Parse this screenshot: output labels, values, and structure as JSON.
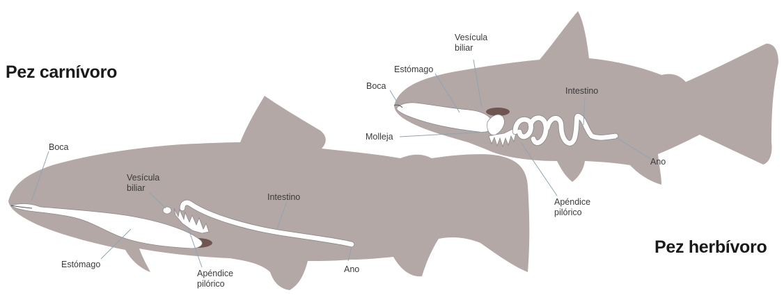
{
  "carnivore": {
    "title": "Pez carnívoro",
    "labels": {
      "boca": "Boca",
      "vesicula_line1": "Vesícula",
      "vesicula_line2": "biliar",
      "intestino": "Intestino",
      "estomago": "Estómago",
      "apendice_line1": "Apéndice",
      "apendice_line2": "pilórico",
      "ano": "Ano"
    }
  },
  "herbivore": {
    "title": "Pez herbívoro",
    "labels": {
      "vesicula_line1": "Vesícula",
      "vesicula_line2": "biliar",
      "estomago": "Estómago",
      "boca": "Boca",
      "intestino": "Intestino",
      "molleja": "Molleja",
      "ano": "Ano",
      "apendice_line1": "Apéndice",
      "apendice_line2": "pilórico"
    }
  },
  "colors": {
    "fish_body": "#b3a8a6",
    "gut": "#ffffff",
    "liver": "#6e5550",
    "leader_line": "#8aa6b4"
  }
}
